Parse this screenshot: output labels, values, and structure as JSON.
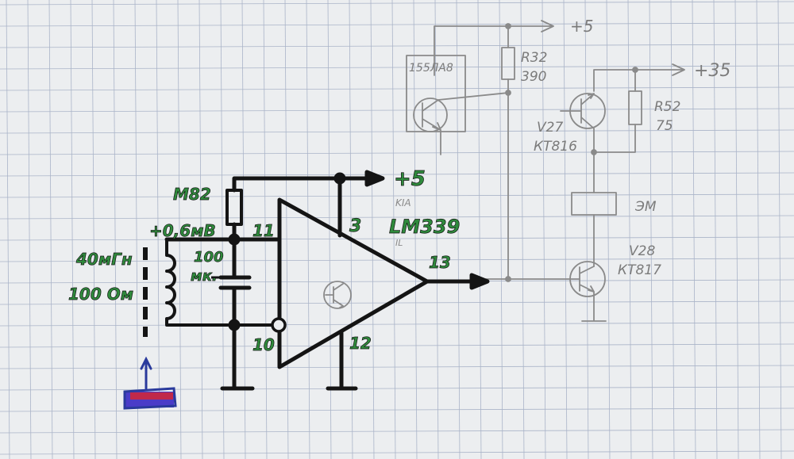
{
  "colors": {
    "paper": "#eceef0",
    "grid": "#aab4c8",
    "ink": "#141414",
    "pencil": "#8a8a8a",
    "pencil_text": "#7b7b7b",
    "label_green": "#2f8a3c",
    "label_edge": "#cfe8c9",
    "arrow_blue": "#2a3a9c",
    "magnet_blue": "#4a3cc8",
    "magnet_red": "#c0294a"
  },
  "labels": {
    "m82": "M82",
    "plus_06mv": "+0,6мВ",
    "henry": "40мГн",
    "ohm": "100 Ом",
    "cap_100": "100",
    "cap_mk": "мк.",
    "pin11": "11",
    "pin3": "3",
    "plus5_main": "+5",
    "kia": "KIA",
    "lm339": "LM339",
    "il": "IL",
    "pin13": "13",
    "pin10": "10",
    "pin12": "12"
  },
  "pencil_labels": {
    "ic155": "155ЛА8",
    "r32": "R32",
    "r32_val": "390",
    "plus5_top": "+5",
    "plus35": "+35",
    "r52": "R52",
    "r52_val": "75",
    "v27": "V27",
    "kt816": "КТ816",
    "em": "ЭМ",
    "v28": "V28",
    "kt817": "КТ817"
  }
}
